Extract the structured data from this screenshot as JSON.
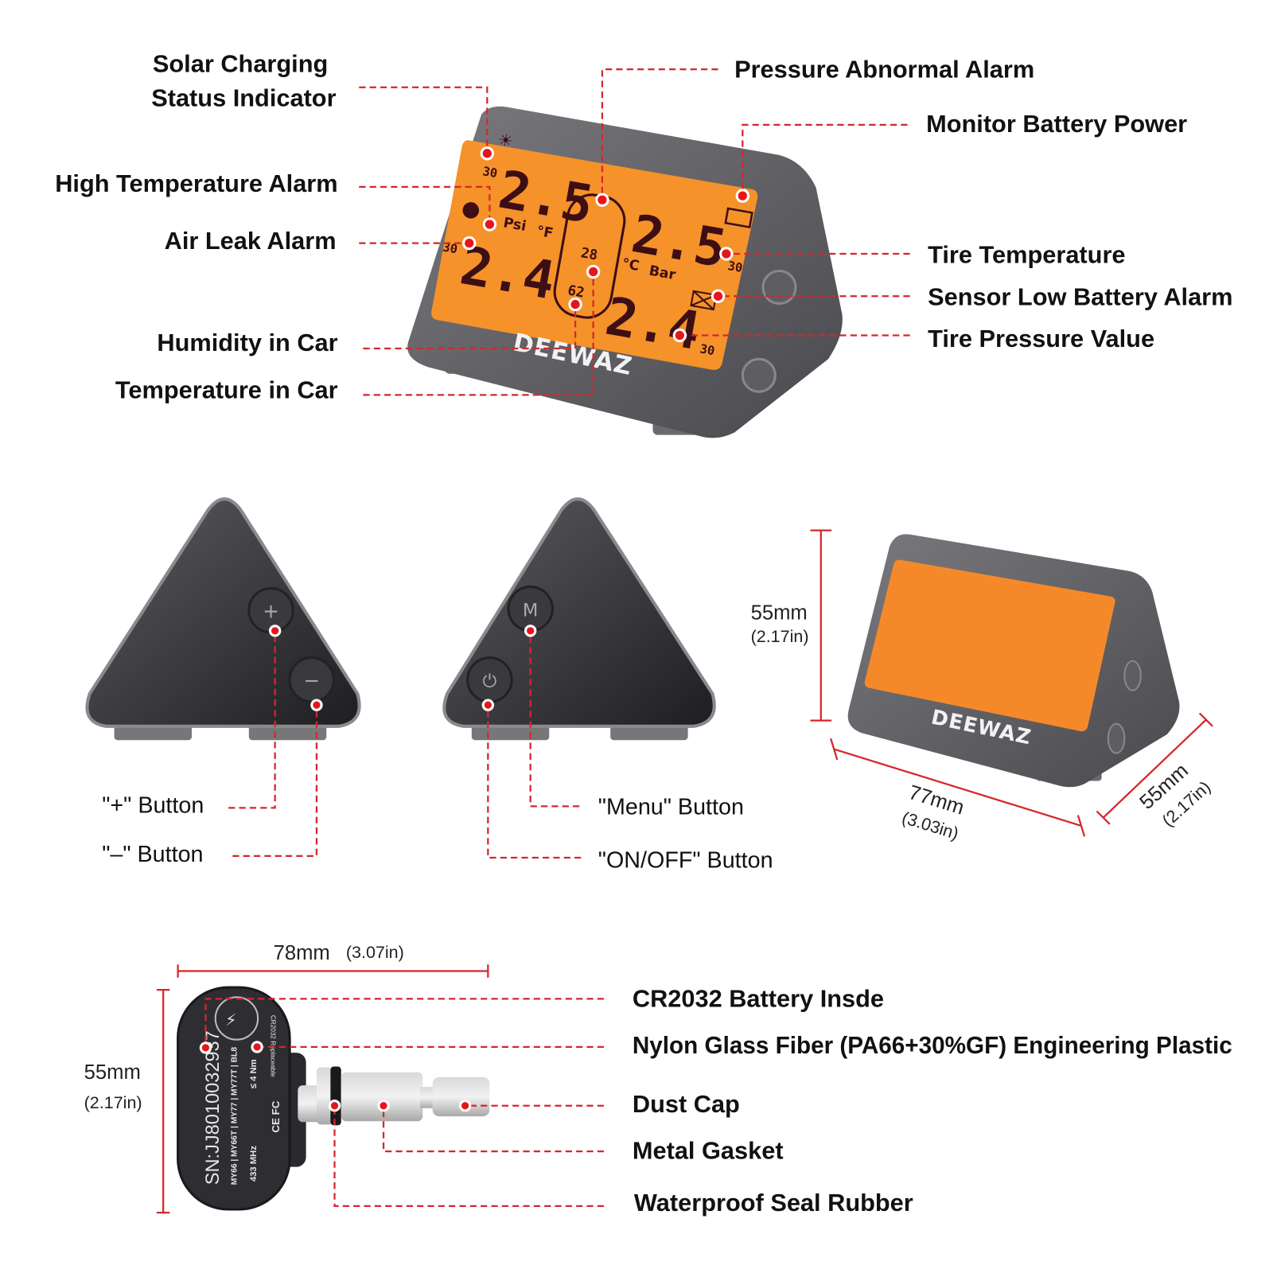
{
  "labels": {
    "solar_line1": "Solar Charging",
    "solar_line2": "Status Indicator",
    "high_temp": "High Temperature Alarm",
    "air_leak": "Air Leak Alarm",
    "humidity": "Humidity in Car",
    "temperature_in_car": "Temperature in Car",
    "pressure_abnormal": "Pressure Abnormal Alarm",
    "monitor_battery": "Monitor Battery Power",
    "tire_temperature": "Tire Temperature",
    "sensor_low_battery": "Sensor Low Battery Alarm",
    "tire_pressure": "Tire Pressure Value"
  },
  "buttons": {
    "plus": "\"+\" Button",
    "minus": "\"–\" Button",
    "menu": "\"Menu\" Button",
    "onoff": "\"ON/OFF\" Button",
    "plus_glyph": "+",
    "minus_glyph": "−",
    "menu_glyph": "M",
    "power_glyph": "⏻"
  },
  "dimensions": {
    "monitor_height": "55mm",
    "monitor_height_in": "(2.17in)",
    "monitor_width": "77mm",
    "monitor_width_in": "(3.03in)",
    "monitor_depth": "55mm",
    "monitor_depth_in": "(2.17in)",
    "sensor_length": "78mm",
    "sensor_length_in": "(3.07in)",
    "sensor_height": "55mm",
    "sensor_height_in": "(2.17in)"
  },
  "sensor_parts": {
    "battery": "CR2032 Battery Insde",
    "plastic": "Nylon Glass Fiber (PA66+30%GF) Engineering Plastic",
    "dust_cap": "Dust Cap",
    "gasket": "Metal Gasket",
    "seal": "Waterproof Seal Rubber"
  },
  "lcd": {
    "front_left": "2.5",
    "front_right": "2.5",
    "rear_left": "2.4",
    "rear_right": "2.4",
    "unit_psi": "Psi",
    "unit_f": "°F",
    "unit_c": "°C",
    "unit_bar": "Bar",
    "temp_fl": "30",
    "temp_fr": "30",
    "temp_rl": "30",
    "temp_rr": "30",
    "car_temp": "28",
    "car_humidity": "62"
  },
  "brand": "DEEWAZ",
  "sensor_markings": {
    "serial": "SN:JJ8010032937",
    "models": "MY66 | MY66T | MY77 | MY77T | BL8",
    "torque": "≤ 4 Nm",
    "frequency": "433 MHz",
    "battery_badge": "CR2032 Replaceable",
    "cert": "CE FC"
  },
  "colors": {
    "accent_red": "#d6262d",
    "lcd_orange": "#f5922a",
    "body_grey": "#5a5a5e"
  }
}
